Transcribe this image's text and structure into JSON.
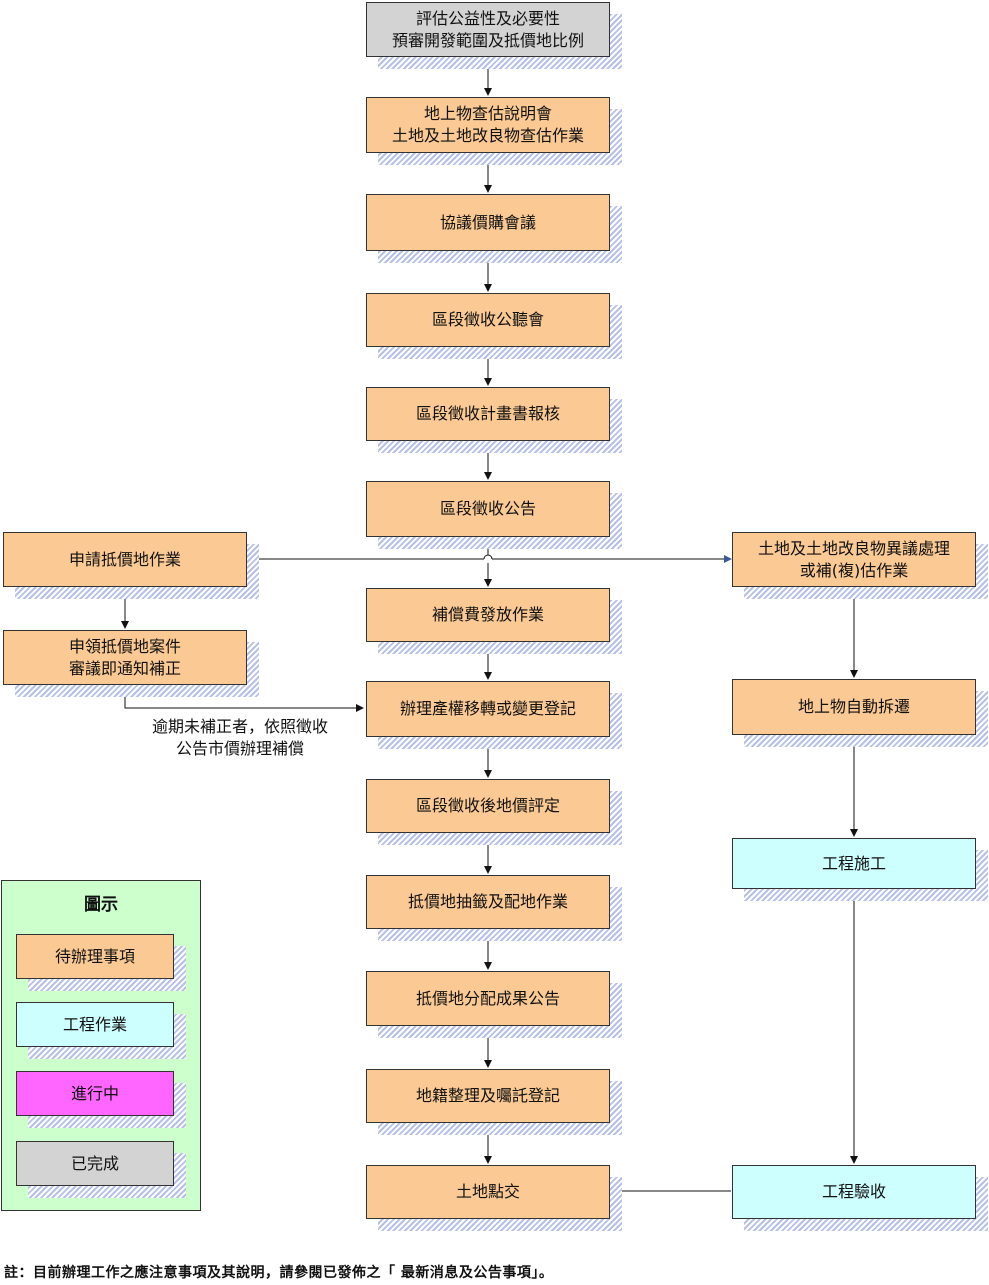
{
  "main": [
    {
      "id": "n1",
      "color": "gray",
      "lines": [
        "評估公益性及必要性",
        "預審開發範圍及抵價地比例"
      ]
    },
    {
      "id": "n2",
      "color": "orange",
      "lines": [
        "地上物查估說明會",
        "土地及土地改良物查估作業"
      ]
    },
    {
      "id": "n3",
      "color": "orange",
      "lines": [
        "協議價購會議"
      ]
    },
    {
      "id": "n4",
      "color": "orange",
      "lines": [
        "區段徵收公聽會"
      ]
    },
    {
      "id": "n5",
      "color": "orange",
      "lines": [
        "區段徵收計畫書報核"
      ]
    },
    {
      "id": "n6",
      "color": "orange",
      "lines": [
        "區段徵收公告"
      ]
    },
    {
      "id": "n7",
      "color": "orange",
      "lines": [
        "補償費發放作業"
      ]
    },
    {
      "id": "n8",
      "color": "orange",
      "lines": [
        "辦理產權移轉或變更登記"
      ]
    },
    {
      "id": "n9",
      "color": "orange",
      "lines": [
        "區段徵收後地價評定"
      ]
    },
    {
      "id": "n10",
      "color": "orange",
      "lines": [
        "抵價地抽籤及配地作業"
      ]
    },
    {
      "id": "n11",
      "color": "orange",
      "lines": [
        "抵價地分配成果公告"
      ]
    },
    {
      "id": "n12",
      "color": "orange",
      "lines": [
        "地籍整理及囑託登記"
      ]
    },
    {
      "id": "n13",
      "color": "orange",
      "lines": [
        "土地點交"
      ]
    }
  ],
  "left": [
    {
      "id": "l1",
      "color": "orange",
      "lines": [
        "申請抵價地作業"
      ]
    },
    {
      "id": "l2",
      "color": "orange",
      "lines": [
        "申領抵價地案件",
        "審議即通知補正"
      ]
    }
  ],
  "right": [
    {
      "id": "r1",
      "color": "orange",
      "lines": [
        "土地及土地改良物異議處理",
        "或補(複)估作業"
      ]
    },
    {
      "id": "r2",
      "color": "orange",
      "lines": [
        "地上物自動拆遷"
      ]
    },
    {
      "id": "r3",
      "color": "cyan",
      "lines": [
        "工程施工"
      ]
    },
    {
      "id": "r4",
      "color": "cyan",
      "lines": [
        "工程驗收"
      ]
    }
  ],
  "edge_note": [
    "逾期未補正者，依照徵收",
    "公告市價辦理補償"
  ],
  "legend": {
    "title": "圖示",
    "items": [
      {
        "id": "g1",
        "color": "orange",
        "label": "待辦理事項"
      },
      {
        "id": "g2",
        "color": "cyan",
        "label": "工程作業"
      },
      {
        "id": "g3",
        "color": "magenta",
        "label": "進行中"
      },
      {
        "id": "g4",
        "color": "gray",
        "label": "已完成"
      }
    ]
  },
  "colors": {
    "orange": "#fbc994",
    "cyan": "#ceffff",
    "gray": "#d3d3d3",
    "magenta": "#ff66ff",
    "legend_bg": "#ccffcc",
    "shadow": "#b7c0e6"
  },
  "footer": "註：目前辦理工作之應注意事項及其說明，請參閱已發佈之「 最新消息及公告事項」。"
}
